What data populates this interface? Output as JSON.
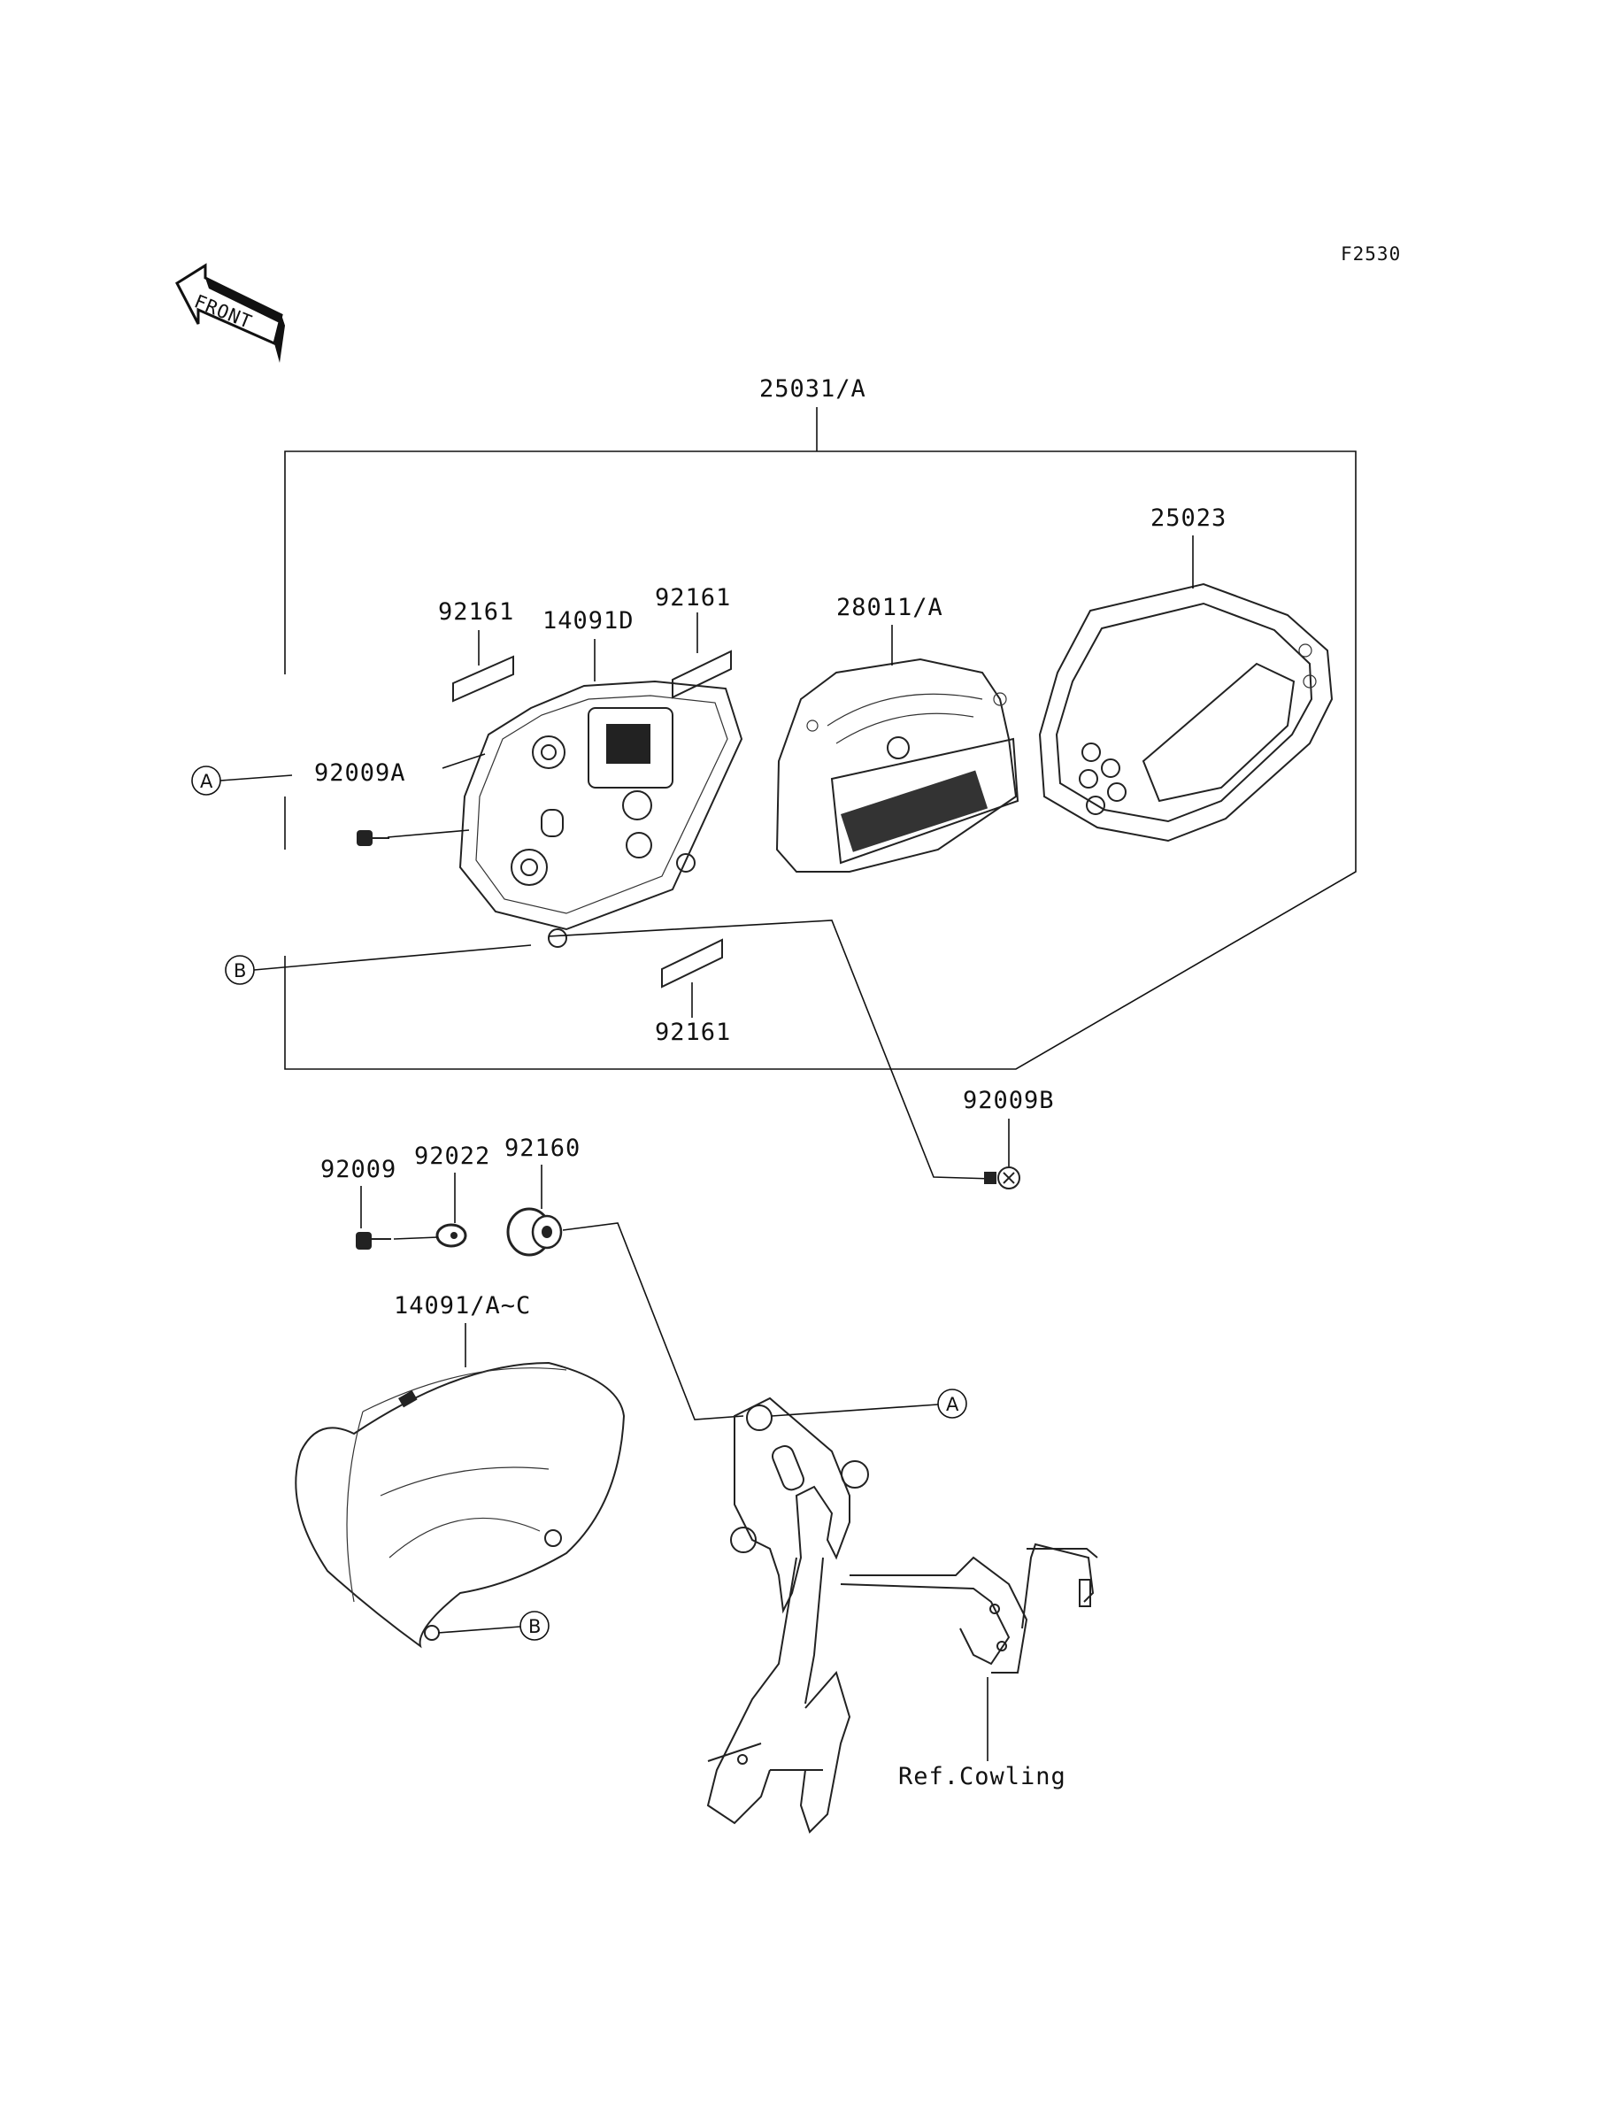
{
  "figure_code": "F2530",
  "front_label": "FRONT",
  "labels": {
    "assembly": "25031/A",
    "lens_cover": "25023",
    "meter_unit": "28011/A",
    "case_lower": "14091D",
    "sticker_left": "92161",
    "sticker_right": "92161",
    "sticker_bottom": "92161",
    "screw_a": "92009A",
    "screw_b": "92009B",
    "bolt": "92009",
    "washer": "92022",
    "grommet": "92160",
    "cover": "14091/A~C",
    "ref_cowling": "Ref.Cowling"
  },
  "callouts": {
    "a": "A",
    "b": "B"
  }
}
